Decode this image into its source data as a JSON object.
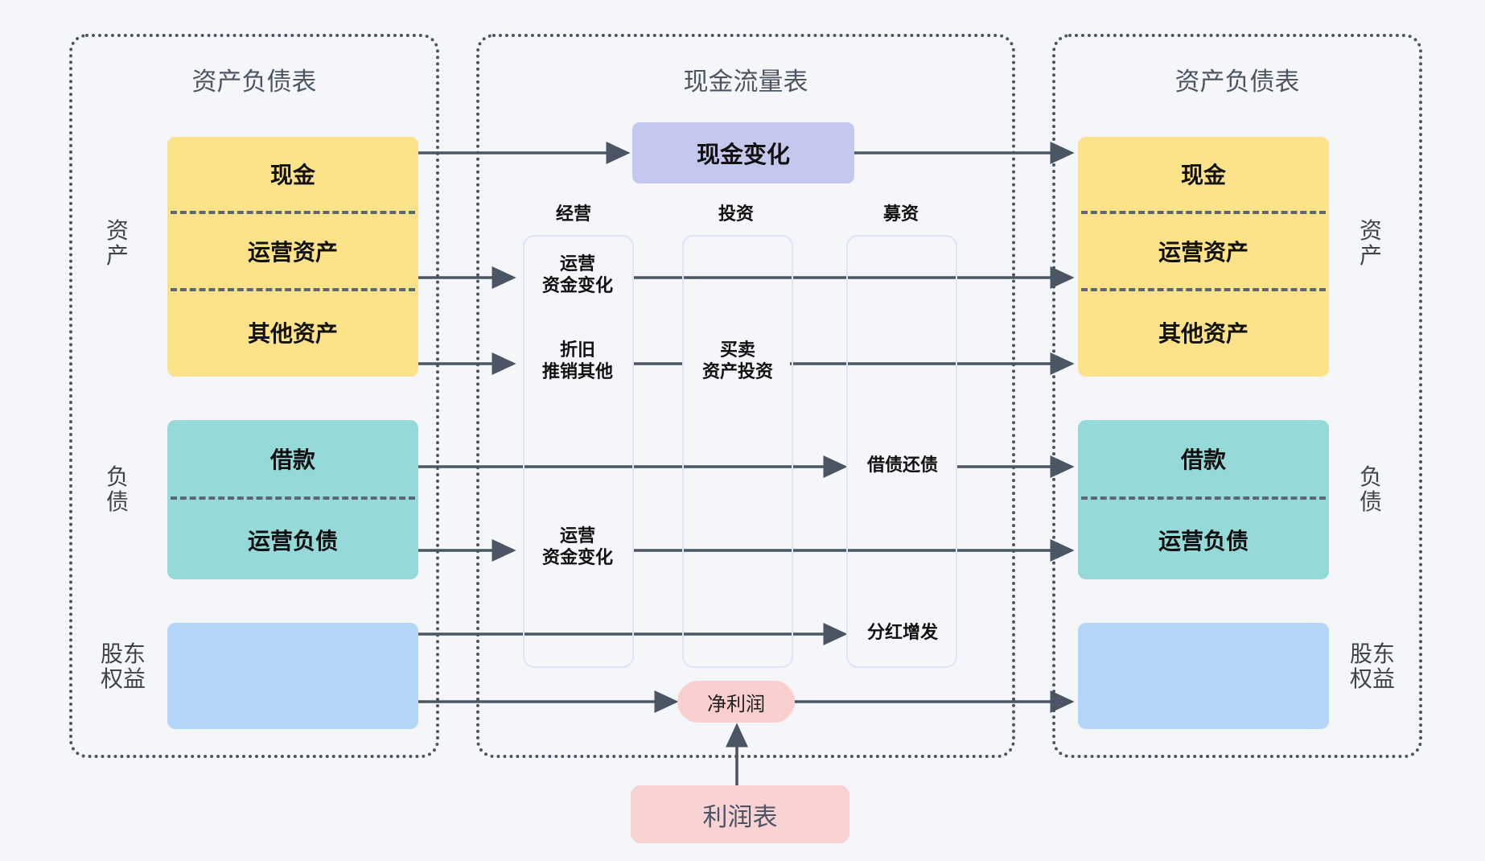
{
  "diagram": {
    "type": "flow",
    "title_hidden": true,
    "colors": {
      "assets": "#fce288",
      "liabilities": "#96d9d9",
      "equity": "#b4d6f8",
      "cash_change": "#c5c8ee",
      "income": "#f9d3d3",
      "net_profit": "#f9cfcf",
      "arrow": "#4b5563",
      "panel_border": "#4b5563",
      "column_border": "#dfe3f7",
      "background": "#f4f6f9"
    }
  },
  "panels": {
    "left": {
      "title": "资产负债表",
      "side_labels": {
        "assets": "资\n产",
        "liabilities": "负\n债",
        "equity": "股东\n权益"
      },
      "asset_rows": [
        "现金",
        "运营资产",
        "其他资产"
      ],
      "liability_rows": [
        "借款",
        "运营负债"
      ],
      "equity_rows": [
        ""
      ]
    },
    "middle": {
      "title": "现金流量表",
      "cash_change": "现金变化",
      "columns": [
        {
          "head": "经营",
          "items": [
            "运营\n资金变化",
            "折旧\n推销其他",
            "运营\n资金变化"
          ]
        },
        {
          "head": "投资",
          "items": [
            "买卖\n资产投资"
          ]
        },
        {
          "head": "募资",
          "items": [
            "借债还债",
            "分红增发"
          ]
        }
      ],
      "net_profit": "净利润"
    },
    "right": {
      "title": "资产负债表",
      "side_labels": {
        "assets": "资\n产",
        "liabilities": "负\n债",
        "equity": "股东\n权益"
      },
      "asset_rows": [
        "现金",
        "运营资产",
        "其他资产"
      ],
      "liability_rows": [
        "借款",
        "运营负债"
      ],
      "equity_rows": [
        ""
      ]
    },
    "bottom": {
      "income_statement": "利润表"
    }
  }
}
